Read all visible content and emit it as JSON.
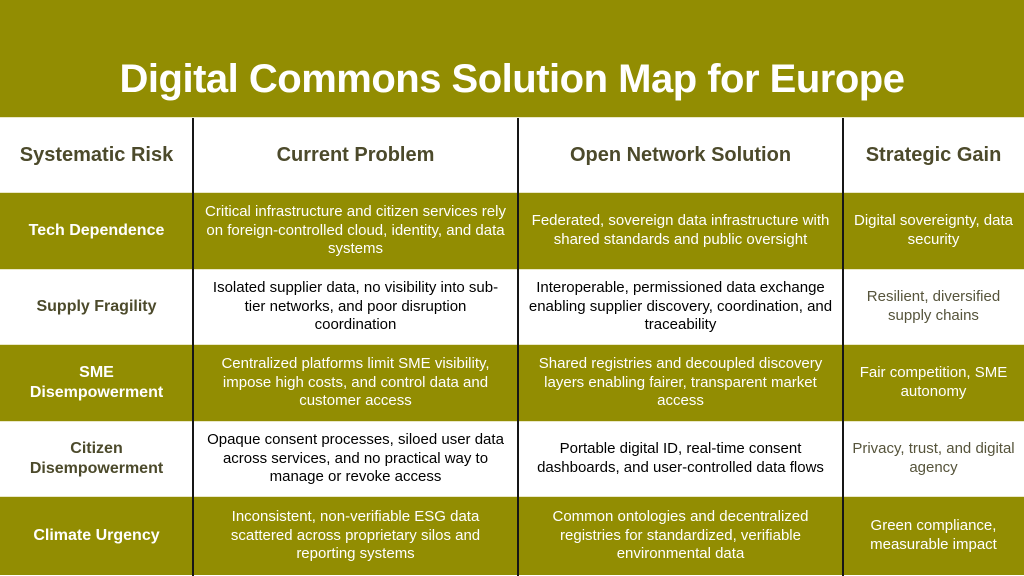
{
  "title": "Digital Commons Solution Map for Europe",
  "colors": {
    "olive_accent": "#928D02",
    "header_text": "#4C4A2B",
    "body_text": "#56543B",
    "row_text_on_olive": "#FFFFFF",
    "column_divider": "#161616",
    "row_separator": "#EAE8C8"
  },
  "table": {
    "headers": [
      "Systematic Risk",
      "Current Problem",
      "Open Network Solution",
      "Strategic Gain"
    ],
    "rows": [
      {
        "risk": "Tech Dependence",
        "problem": "Critical infrastructure and citizen services rely on foreign-controlled cloud, identity, and data systems",
        "solution": "Federated, sovereign data infrastructure with shared standards and public oversight",
        "gain": "Digital sovereignty, data security"
      },
      {
        "risk": "Supply Fragility",
        "problem": "Isolated supplier data, no visibility into sub-tier networks, and poor disruption coordination",
        "solution": "Interoperable, permissioned data exchange enabling supplier discovery, coordination, and traceability",
        "gain": "Resilient, diversified supply chains"
      },
      {
        "risk": "SME Disempowerment",
        "problem": "Centralized platforms limit SME visibility, impose high costs, and control data and customer access",
        "solution": "Shared registries and decoupled discovery layers enabling fairer, transparent market access",
        "gain": "Fair competition, SME autonomy"
      },
      {
        "risk": "Citizen Disempowerment",
        "problem": "Opaque consent processes, siloed user data across services, and no practical way to manage or revoke access",
        "solution": "Portable digital ID, real-time consent dashboards, and user-controlled data flows",
        "gain": "Privacy, trust, and digital agency"
      },
      {
        "risk": "Climate Urgency",
        "problem": "Inconsistent, non-verifiable ESG data scattered across proprietary silos and reporting systems",
        "solution": "Common ontologies and decentralized registries for standardized, verifiable environmental data",
        "gain": "Green compliance, measurable impact"
      }
    ]
  }
}
